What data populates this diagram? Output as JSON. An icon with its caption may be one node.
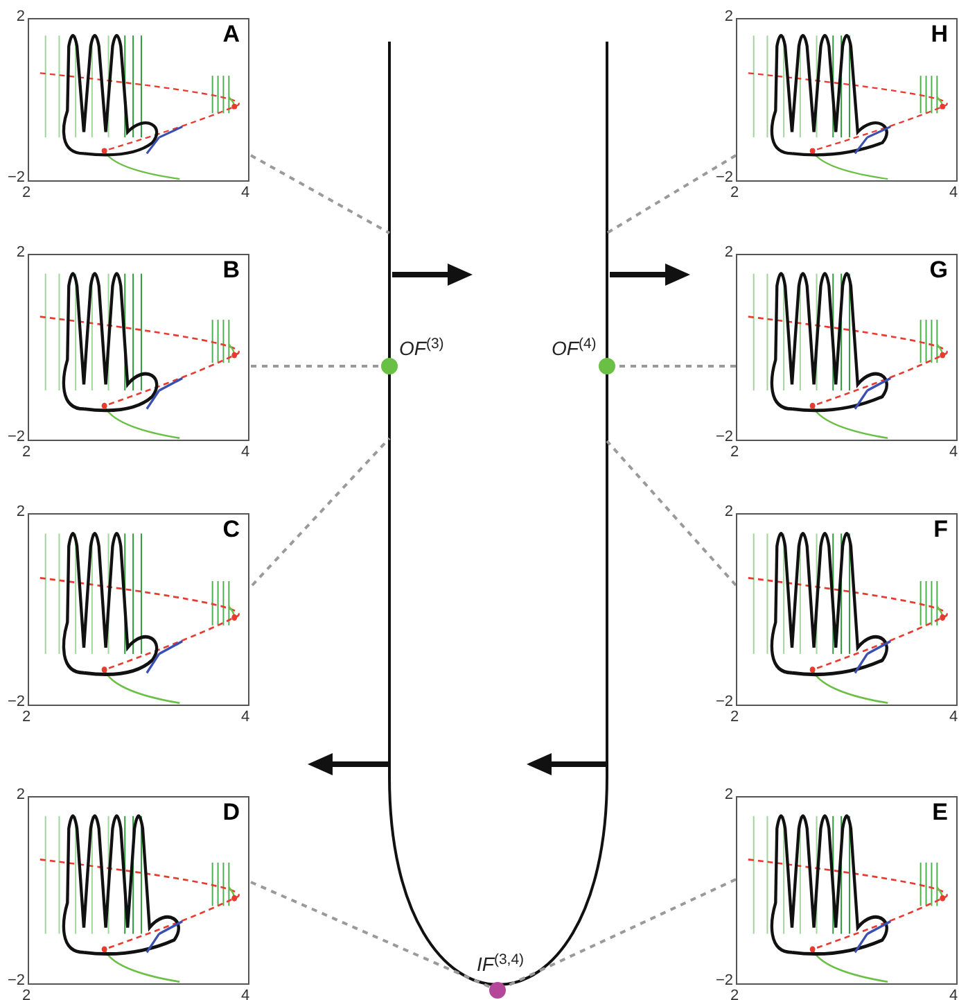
{
  "diagram": {
    "nodes": [
      {
        "text": [
          "A"
        ]
      },
      {
        "text": [
          "B"
        ]
      },
      {
        "text": [
          "C"
        ]
      },
      {
        "text": [
          "D"
        ]
      },
      {
        "text": [
          "H"
        ]
      },
      {
        "text": [
          "G"
        ]
      },
      {
        "text": [
          "F"
        ]
      },
      {
        "text": [
          "E"
        ]
      },
      {
        "text": [],
        "shape": "circle",
        "beside": [
          "*OF*$^{(3)}$"
        ]
      },
      {
        "text": [],
        "shape": "circle",
        "beside": [
          "*OF*$^{(4)}$"
        ]
      },
      {
        "text": [],
        "shape": "circle",
        "beside": [
          "*IF*$^{(3,4)}$"
        ]
      }
    ],
    "edges": [
      {
        "from": 0,
        "to": null,
        "arrow": "none",
        "style": "dashed"
      },
      {
        "from": 1,
        "to": 8,
        "arrow": "none",
        "style": "dashed"
      },
      {
        "from": 2,
        "to": null,
        "arrow": "none",
        "style": "dashed"
      },
      {
        "from": 3,
        "to": 10,
        "arrow": "none",
        "style": "dashed"
      },
      {
        "from": 4,
        "to": null,
        "arrow": "none",
        "style": "dashed"
      },
      {
        "from": 5,
        "to": 9,
        "arrow": "none",
        "style": "dashed"
      },
      {
        "from": 6,
        "to": null,
        "arrow": "none",
        "style": "dashed"
      },
      {
        "from": 7,
        "to": 10,
        "arrow": "none",
        "style": "dashed"
      }
    ],
    "labels": [
      "2",
      "−2",
      "2",
      "4",
      "2",
      "−2",
      "2",
      "4",
      "2",
      "−2",
      "2",
      "4",
      "2",
      "−2",
      "2",
      "4",
      "2",
      "−2",
      "2",
      "4",
      "2",
      "−2",
      "2",
      "4",
      "2",
      "−2",
      "2",
      "4",
      "2",
      "−2",
      "2",
      "4"
    ]
  }
}
